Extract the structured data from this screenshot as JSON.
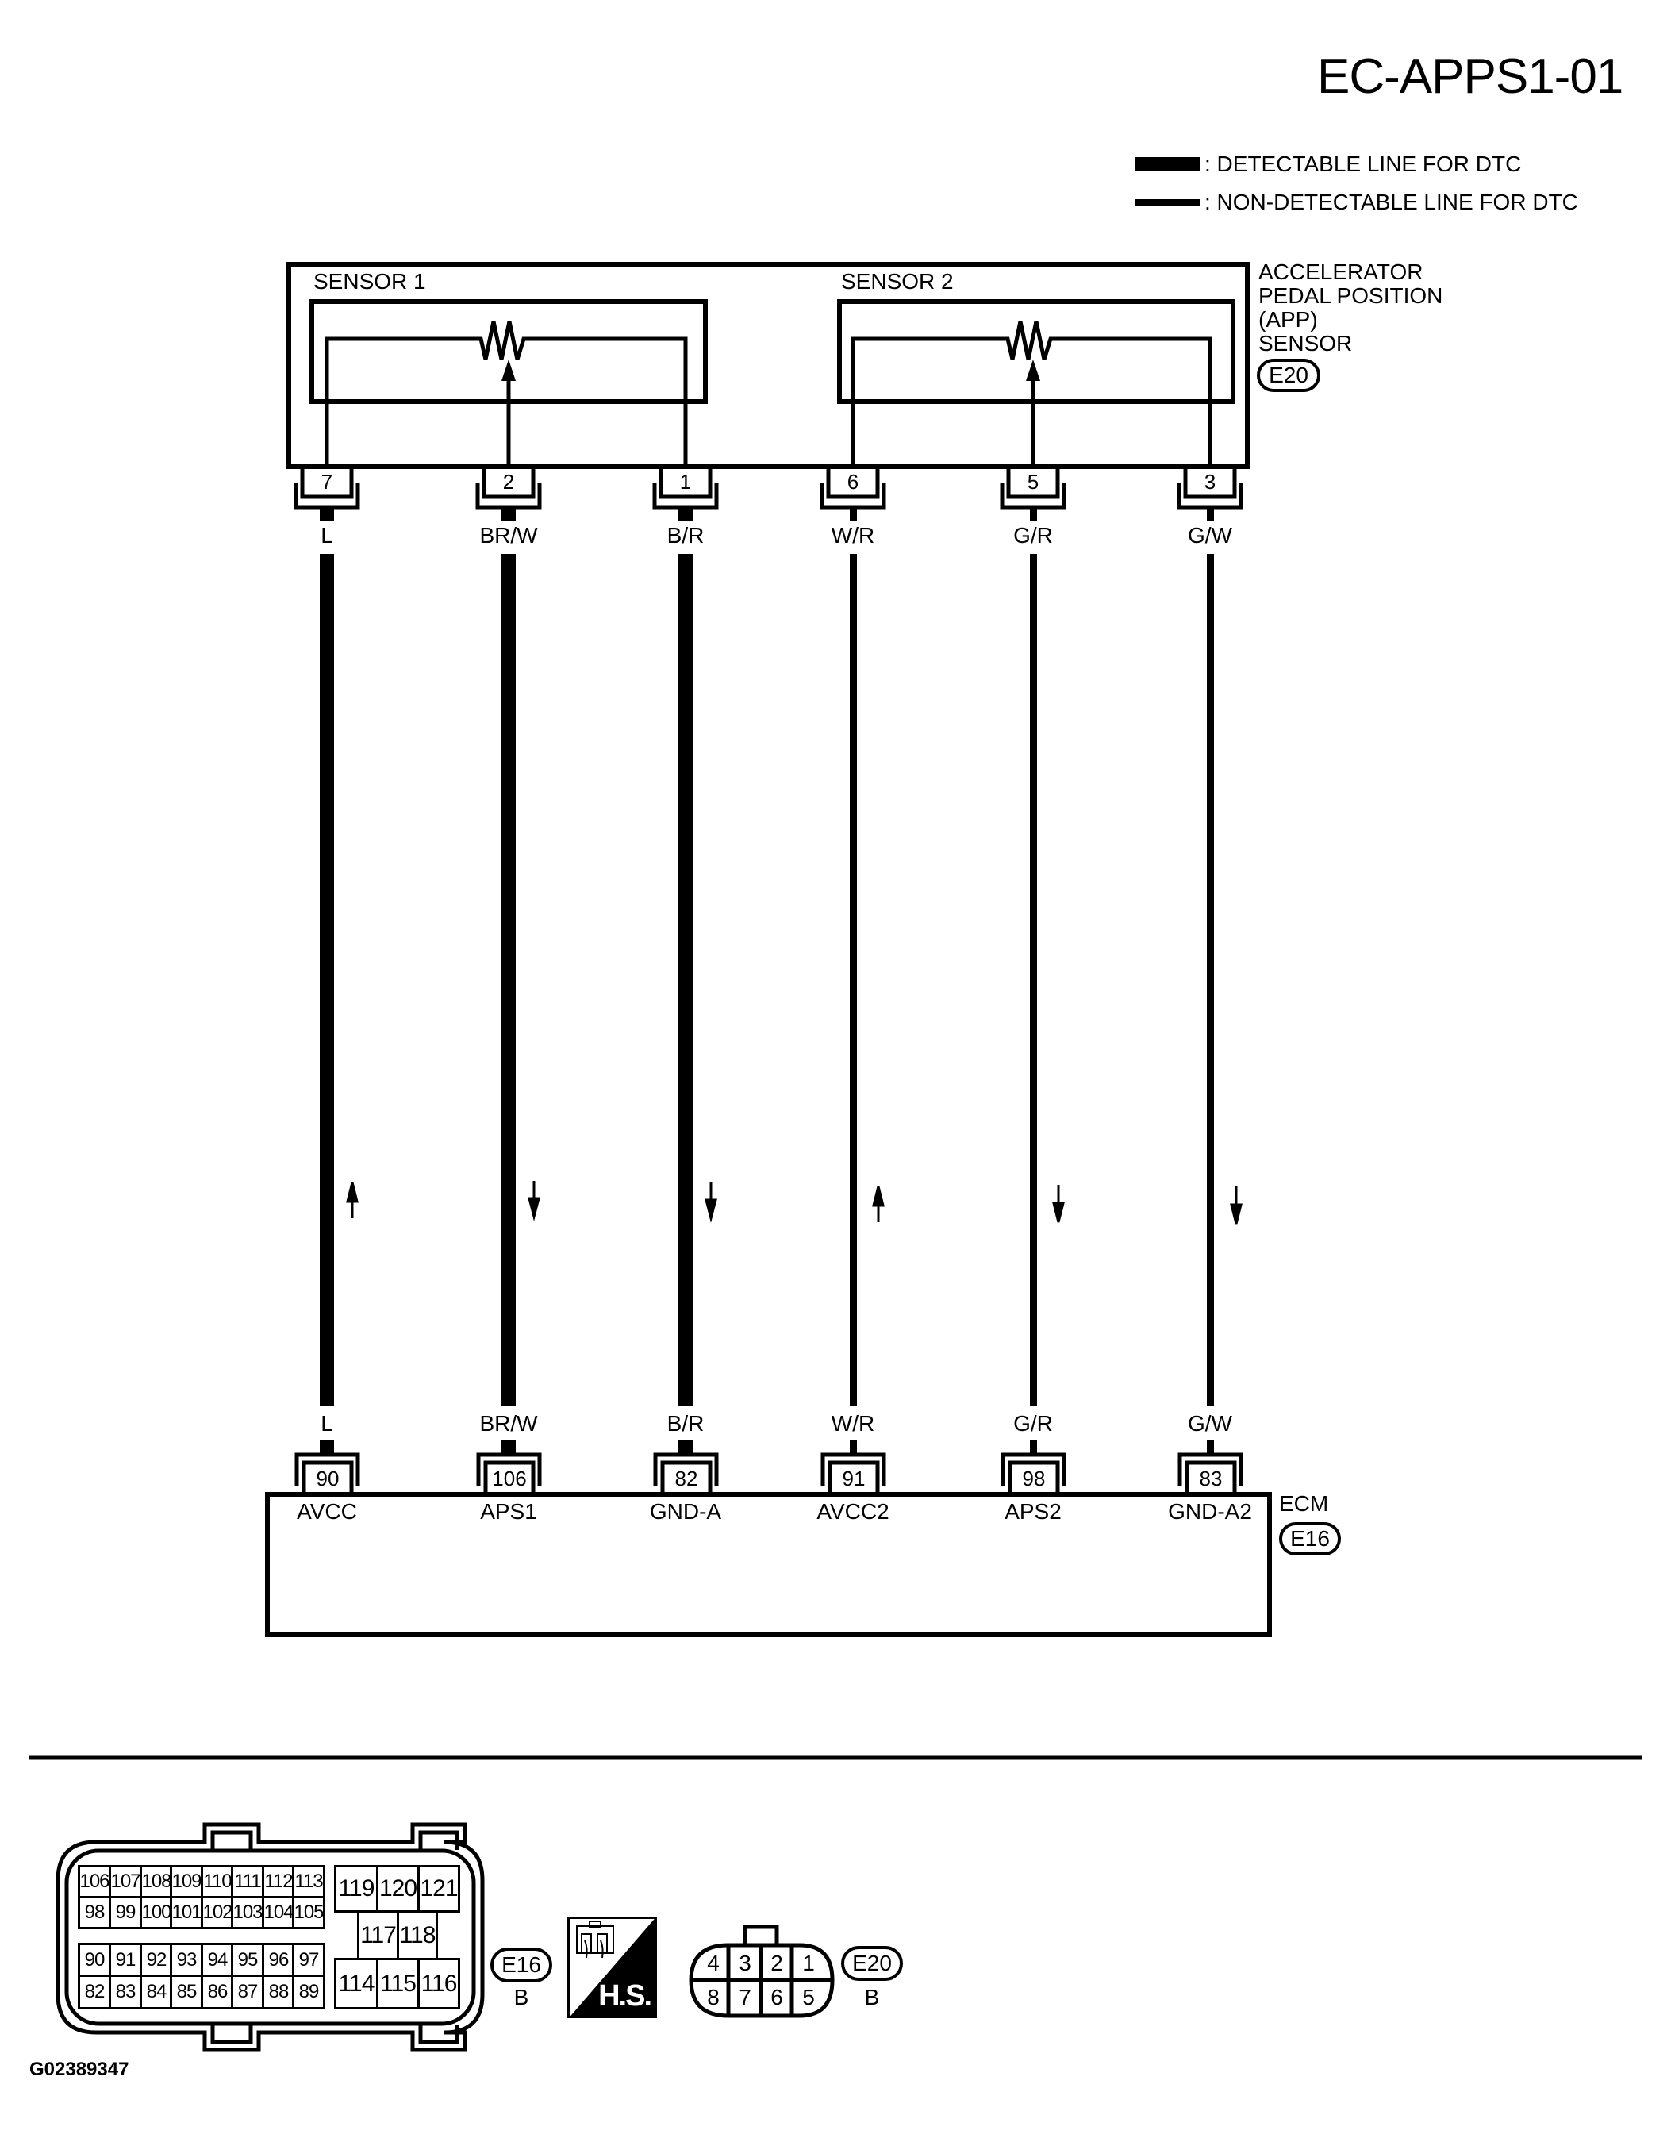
{
  "header": {
    "title": "EC-APPS1-01"
  },
  "legend": [
    {
      "style": "thick",
      "label": ": DETECTABLE LINE FOR DTC"
    },
    {
      "style": "thin",
      "label": ": NON-DETECTABLE LINE FOR DTC"
    }
  ],
  "app_sensor": {
    "label_lines": [
      "ACCELERATOR",
      "PEDAL POSITION",
      "(APP)",
      "SENSOR"
    ],
    "connector_id": "E20",
    "sensor1_label": "SENSOR 1",
    "sensor2_label": "SENSOR 2",
    "pins": [
      "7",
      "2",
      "1",
      "6",
      "5",
      "3"
    ]
  },
  "wires": [
    {
      "color_code": "L",
      "detectable": true,
      "direction": "up"
    },
    {
      "color_code": "BR/W",
      "detectable": true,
      "direction": "down"
    },
    {
      "color_code": "B/R",
      "detectable": true,
      "direction": "down"
    },
    {
      "color_code": "W/R",
      "detectable": false,
      "direction": "up"
    },
    {
      "color_code": "G/R",
      "detectable": false,
      "direction": "down"
    },
    {
      "color_code": "G/W",
      "detectable": false,
      "direction": "down"
    }
  ],
  "ecm": {
    "label": "ECM",
    "connector_id": "E16",
    "pins": [
      "90",
      "106",
      "82",
      "91",
      "98",
      "83"
    ],
    "terminals": [
      "AVCC",
      "APS1",
      "GND-A",
      "AVCC2",
      "APS2",
      "GND-A2"
    ]
  },
  "connector_views": {
    "e16": {
      "id": "E16",
      "color": "B",
      "upper_rows": [
        [
          "106",
          "107",
          "108",
          "109",
          "110",
          "111",
          "112",
          "113"
        ],
        [
          "98",
          "99",
          "100",
          "101",
          "102",
          "103",
          "104",
          "105"
        ]
      ],
      "lower_rows": [
        [
          "90",
          "91",
          "92",
          "93",
          "94",
          "95",
          "96",
          "97"
        ],
        [
          "82",
          "83",
          "84",
          "85",
          "86",
          "87",
          "88",
          "89"
        ]
      ],
      "right_top": [
        "119",
        "120",
        "121"
      ],
      "right_mid": [
        "117",
        "118"
      ],
      "right_bottom": [
        "114",
        "115",
        "116"
      ]
    },
    "hs_icon": {
      "label": "H.S."
    },
    "e20": {
      "id": "E20",
      "color": "B",
      "top_row": [
        "4",
        "3",
        "2",
        "1"
      ],
      "bottom_row": [
        "8",
        "7",
        "6",
        "5"
      ]
    }
  },
  "footer": {
    "code": "G02389347"
  }
}
